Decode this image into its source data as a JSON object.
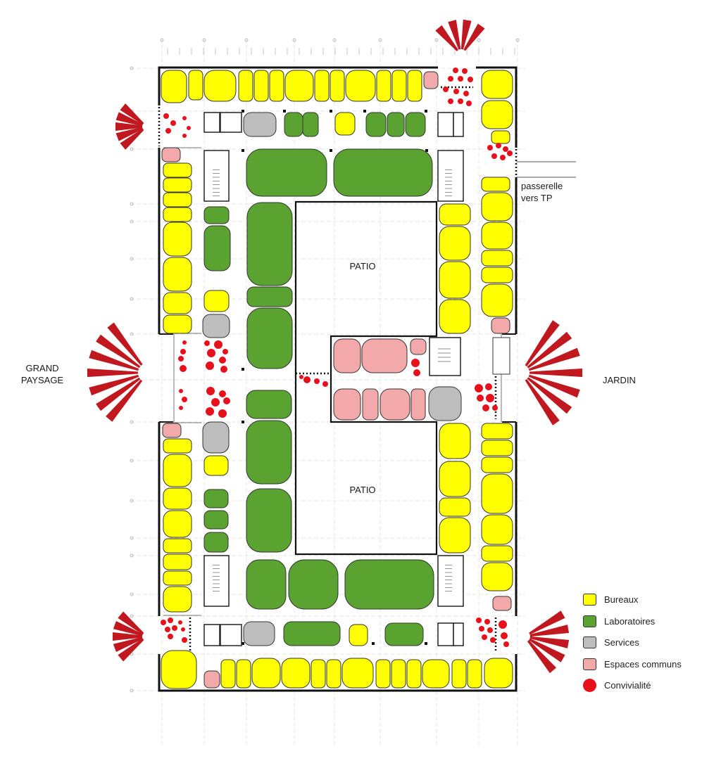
{
  "labels": {
    "patio_top": "PATIO",
    "patio_bottom": "PATIO",
    "west_line1": "GRAND",
    "west_line2": "PAYSAGE",
    "east": "JARDIN",
    "bridge_line1": "passerelle",
    "bridge_line2": "vers TP"
  },
  "legend": [
    {
      "key": "bureaux",
      "label": "Bureaux",
      "color": "#ffff00",
      "shape": "square"
    },
    {
      "key": "laboratoires",
      "label": "Laboratoires",
      "color": "#5aa330",
      "shape": "square"
    },
    {
      "key": "services",
      "label": "Services",
      "color": "#bdbdbd",
      "shape": "square"
    },
    {
      "key": "espaces",
      "label": "Espaces communs",
      "color": "#f3a9a9",
      "shape": "square"
    },
    {
      "key": "convivialite",
      "label": "Convivialité",
      "color": "#e8101a",
      "shape": "circle"
    }
  ],
  "colors": {
    "bureaux": "#ffff00",
    "laboratoires": "#5aa330",
    "services": "#bdbdbd",
    "espaces": "#f3a9a9",
    "convivialite": "#e8101a",
    "rays": "#c0181e",
    "walls": "#111111"
  }
}
